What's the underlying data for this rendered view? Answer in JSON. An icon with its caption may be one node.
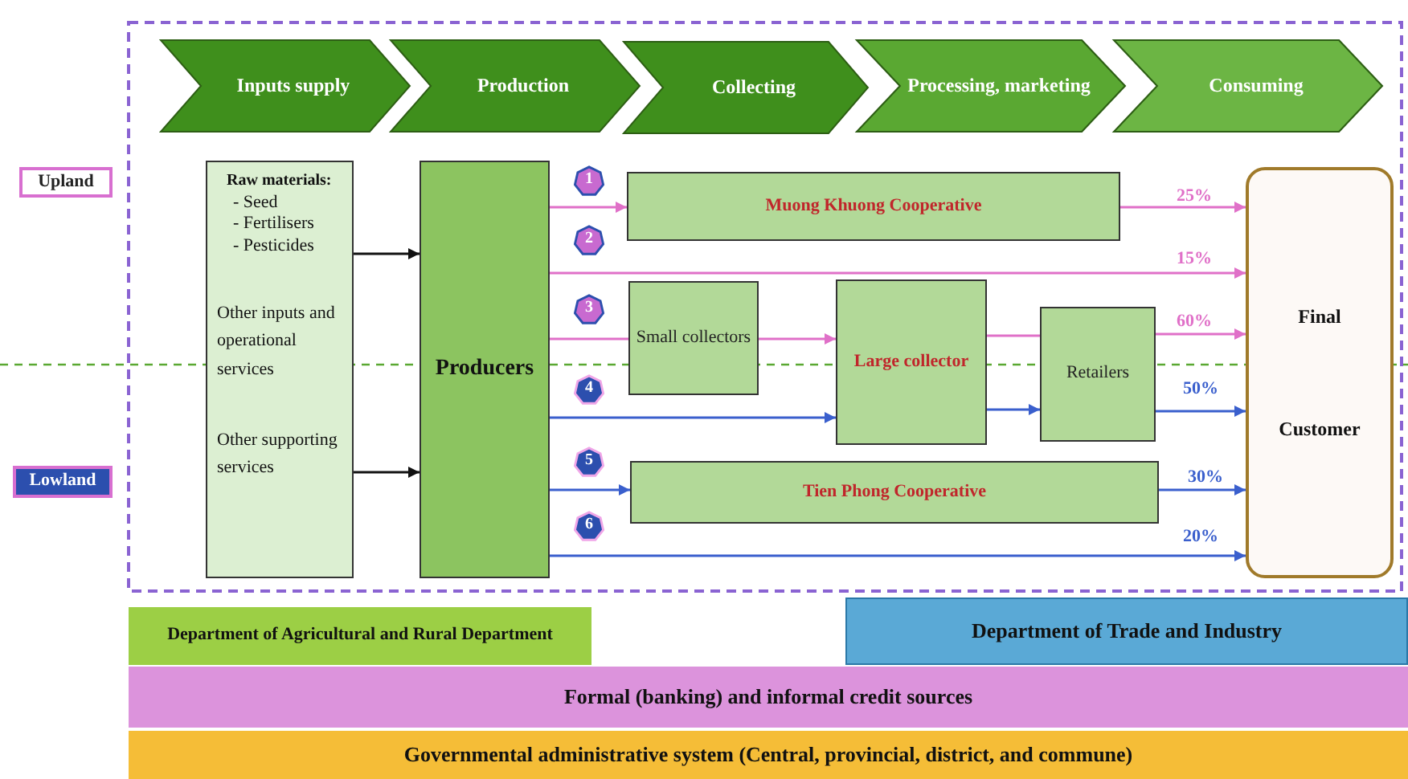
{
  "diagram": {
    "nodes": [
      {
        "text": [
          "Inputs supply"
        ]
      },
      {
        "text": [
          "Production"
        ]
      },
      {
        "text": [
          "Collecting"
        ]
      },
      {
        "text": [
          "Processing, marketing"
        ]
      },
      {
        "text": [
          "Consuming"
        ]
      },
      {
        "text": [
          "Upland"
        ]
      },
      {
        "text": [
          "Lowland"
        ]
      },
      {
        "text": [
          "Raw materials:",
          "- Seed",
          "- Fertilisers",
          "- Pesticides",
          "Other inputs and operational services",
          "Other supporting services"
        ]
      },
      {
        "text": [
          "Producers"
        ]
      },
      {
        "text": [
          "1"
        ]
      },
      {
        "text": [
          "Muong Khuong Cooperative"
        ]
      },
      {
        "text": [
          "2"
        ]
      },
      {
        "text": [
          "3"
        ]
      },
      {
        "text": [
          "Small collectors"
        ]
      },
      {
        "text": [
          "Large collector"
        ]
      },
      {
        "text": [
          "Retailers"
        ]
      },
      {
        "text": [
          "4"
        ]
      },
      {
        "text": [
          "5"
        ]
      },
      {
        "text": [
          "Tien Phong Cooperative"
        ]
      },
      {
        "text": [
          "6"
        ]
      },
      {
        "text": [
          "Final",
          "Customer"
        ]
      },
      {
        "text": [
          "Department of Agricultural and Rural Department"
        ]
      },
      {
        "text": [
          "Department of Trade and Industry"
        ]
      },
      {
        "text": [
          "Formal (banking) and informal credit sources"
        ]
      },
      {
        "text": [
          "Governmental administrative system (Central, provincial, district, and commune)"
        ]
      }
    ],
    "edges": [
      {
        "from": 7,
        "to": 8,
        "arrow": "to",
        "color": "#111111"
      },
      {
        "from": 7,
        "to": 8,
        "arrow": "to",
        "color": "#111111"
      },
      {
        "from": 8,
        "to": 10,
        "arrow": "to",
        "color": "#e070c8"
      },
      {
        "from": 10,
        "to": 20,
        "arrow": "to",
        "label": "25%",
        "color": "#e070c8"
      },
      {
        "from": 8,
        "to": 20,
        "arrow": "to",
        "label": "15%",
        "color": "#e070c8"
      },
      {
        "from": 8,
        "to": 13,
        "arrow": "none",
        "color": "#e070c8"
      },
      {
        "from": 13,
        "to": 14,
        "arrow": "to",
        "color": "#e070c8"
      },
      {
        "from": 14,
        "to": 15,
        "arrow": "none",
        "color": "#e070c8"
      },
      {
        "from": 15,
        "to": 20,
        "arrow": "to",
        "label": "60%",
        "color": "#e070c8"
      },
      {
        "from": 8,
        "to": 14,
        "arrow": "to",
        "color": "#3a5fcd"
      },
      {
        "from": 14,
        "to": 15,
        "arrow": "to",
        "color": "#3a5fcd"
      },
      {
        "from": 15,
        "to": 20,
        "arrow": "to",
        "label": "50%",
        "color": "#3a5fcd"
      },
      {
        "from": 8,
        "to": 18,
        "arrow": "to",
        "color": "#3a5fcd"
      },
      {
        "from": 18,
        "to": 20,
        "arrow": "to",
        "label": "30%",
        "color": "#3a5fcd"
      },
      {
        "from": 8,
        "to": 20,
        "arrow": "to",
        "label": "20%",
        "color": "#3a5fcd"
      }
    ]
  }
}
